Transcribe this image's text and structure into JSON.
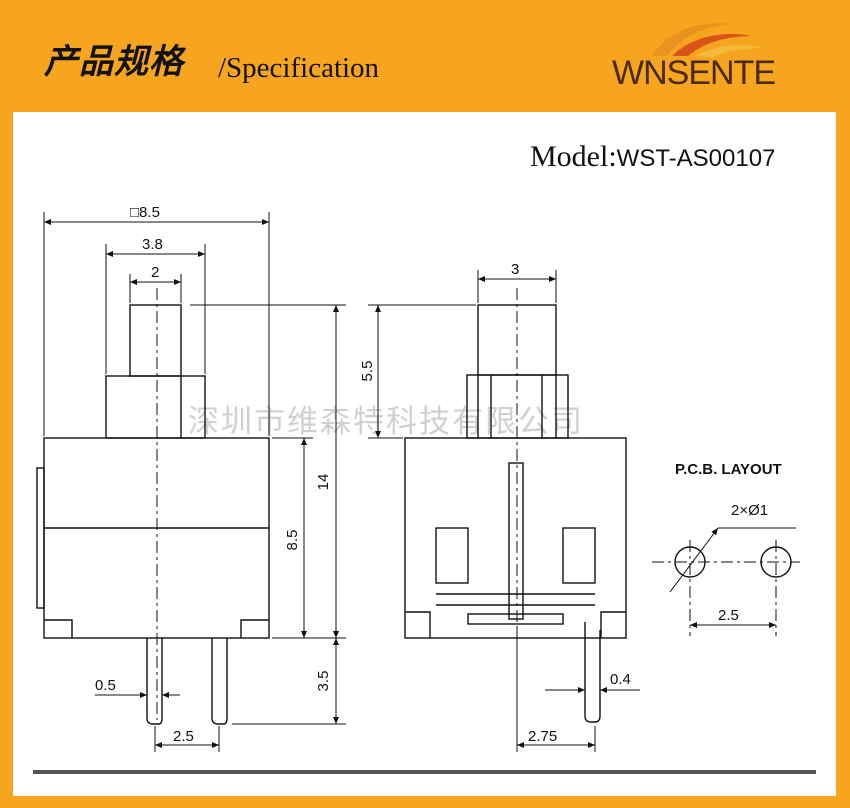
{
  "header": {
    "title_cn": "产品规格",
    "title_en": "/Specification",
    "brand": "WNSENTE"
  },
  "model": {
    "label": "Model:",
    "number": "WST-AS00107"
  },
  "front_view": {
    "body_width": "□8.5",
    "actuator_base_width": "3.8",
    "actuator_width": "2",
    "total_height": "14",
    "body_height": "8.5",
    "pin_length": "3.5",
    "pin_width": "0.5",
    "pin_pitch": "2.5"
  },
  "side_view": {
    "actuator_width": "3",
    "actuator_travel": "5.5",
    "pin_width": "0.4",
    "pin_offset": "2.75"
  },
  "pcb_layout": {
    "title": "P.C.B. LAYOUT",
    "hole_spec": "2×Ø1",
    "hole_pitch": "2.5"
  },
  "watermark": "深圳市维森特科技有限公司",
  "colors": {
    "background": "#f7a51f",
    "panel": "#ffffff",
    "line": "#111111",
    "logo_dark": "#4a2a1a",
    "logo_swoosh": "#e87a1e"
  }
}
